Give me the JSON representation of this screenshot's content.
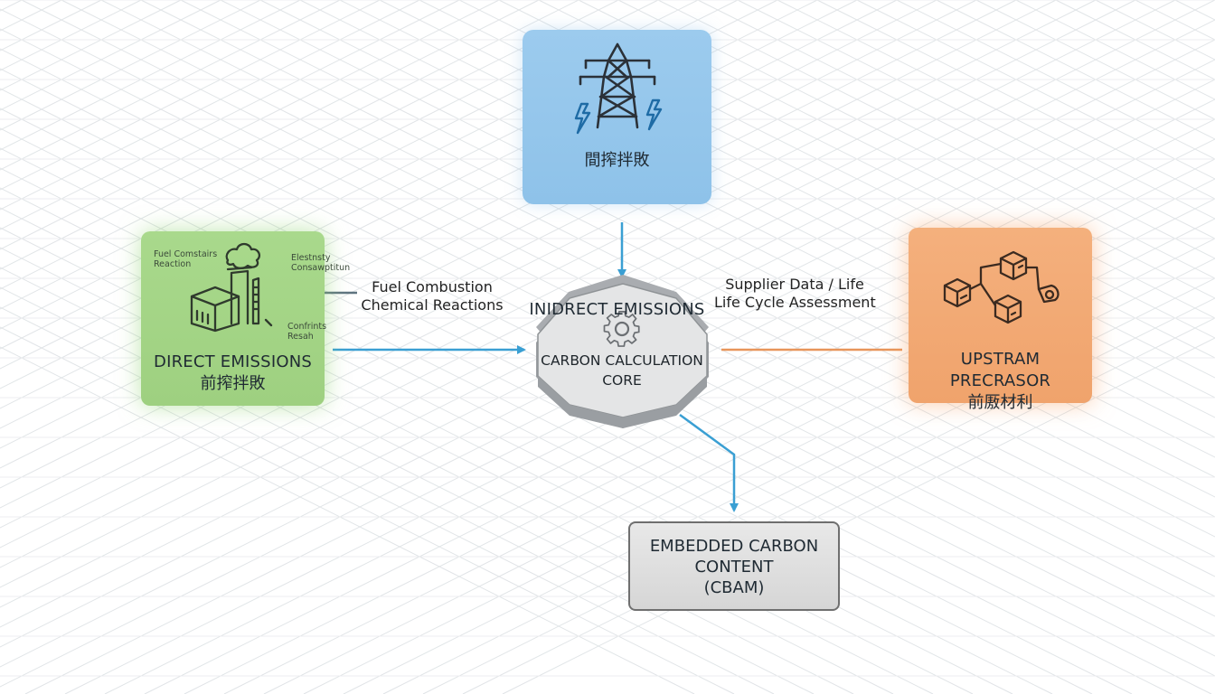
{
  "nodes": {
    "indirect": {
      "title": "INIDRECT EMISSIONS",
      "subtitle": "間搾拌敗",
      "icon": "power-tower-icon"
    },
    "direct": {
      "title": "DIRECT EMISSIONS",
      "subtitle": "前搾拌敗",
      "icon": "factory-icon",
      "annotations": {
        "top_left": [
          "Fuel Comstairs",
          "Reaction"
        ],
        "top_right": [
          "Elestnsty",
          "Consawptitun"
        ],
        "bottom_right": [
          "Confrints",
          "Resah"
        ]
      }
    },
    "core": {
      "title_line1": "CARBON CALCULATION",
      "title_line2": "CORE",
      "icon": "gear-icon"
    },
    "upstream": {
      "title": "UPSTRAM PRECRASOR",
      "subtitle": "前厫材利",
      "icon": "boxes-network-icon"
    },
    "embedded": {
      "line1": "EMBEDDED CARBON",
      "line2": "CONTENT",
      "line3": "(CBAM)"
    }
  },
  "flow_labels": {
    "direct": {
      "line1": "Fuel Combustion",
      "line2": "Chemical Reactions"
    },
    "upstream": {
      "line1": "Supplier Data / Life",
      "line2": "Life Cycle Assessment"
    }
  },
  "colors": {
    "blue_box": "#9ccbee",
    "green_box": "#a9d98c",
    "orange_box": "#f4b07d",
    "grey_box": "#dcdcdc",
    "arrow_blue": "#3a9fd3",
    "arrow_orange": "#e8955a",
    "arrow_grey": "#5f7480",
    "core_top": "#e2e3e4",
    "core_side": "#a7aaad"
  }
}
